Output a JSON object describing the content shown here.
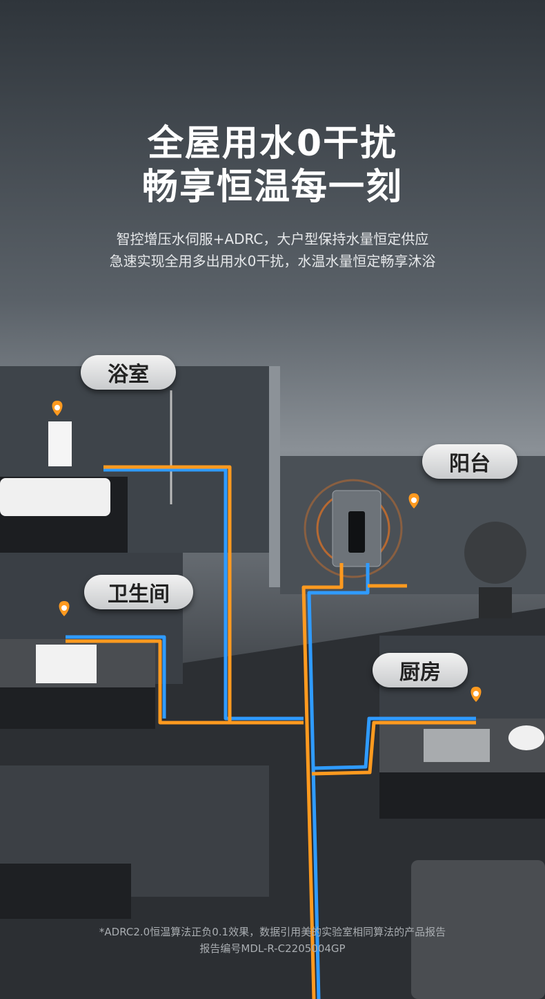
{
  "headline": {
    "line1": "全屋用水0干扰",
    "line2": "畅享恒温每一刻"
  },
  "subtitle": {
    "line1": "智控增压水伺服+ADRC，大户型保持水量恒定供应",
    "line2": "急速实现全用多出用水0干扰，水温水量恒定畅享沐浴"
  },
  "rooms": {
    "bathroom": "浴室",
    "toilet": "卫生间",
    "balcony": "阳台",
    "kitchen": "厨房"
  },
  "footnote": {
    "line1": "*ADRC2.0恒温算法正负0.1效果，数据引用美的实验室相同算法的产品报告",
    "line2": "报告编号MDL-R-C2205004GP"
  },
  "colors": {
    "hot_pipe": "#ff9a1f",
    "cold_pipe": "#2f9bff",
    "pin": "#ff9a1f"
  }
}
